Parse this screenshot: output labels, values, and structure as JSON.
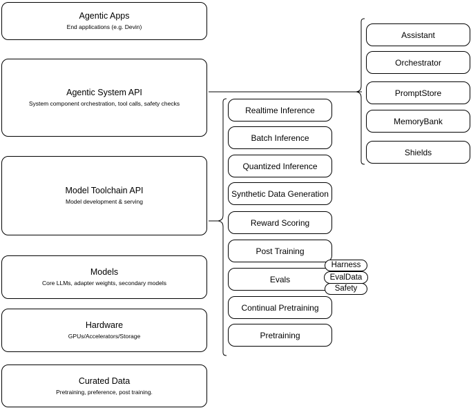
{
  "diagram": {
    "type": "layered-stack-architecture",
    "stack": [
      {
        "title": "Agentic Apps",
        "subtitle": "End applications (e.g. Devin)"
      },
      {
        "title": "Agentic System API",
        "subtitle": "System component orchestration, tool calls, safety checks"
      },
      {
        "title": "Model Toolchain API",
        "subtitle": "Model development & serving"
      },
      {
        "title": "Models",
        "subtitle": "Core LLMs, adapter weights, secondary models"
      },
      {
        "title": "Hardware",
        "subtitle": "GPUs/Accelerators/Storage"
      },
      {
        "title": "Curated Data",
        "subtitle": "Pretraining, preference, post training."
      }
    ],
    "toolchain_capabilities": [
      {
        "label": "Realtime Inference"
      },
      {
        "label": "Batch Inference"
      },
      {
        "label": "Quantized Inference"
      },
      {
        "label": "Synthetic Data Generation"
      },
      {
        "label": "Reward Scoring"
      },
      {
        "label": "Post Training"
      },
      {
        "label": "Evals"
      },
      {
        "label": "Continual Pretraining"
      },
      {
        "label": "Pretraining"
      }
    ],
    "evals_tags": [
      {
        "label": "Harness"
      },
      {
        "label": "EvalData"
      },
      {
        "label": "Safety"
      }
    ],
    "agentic_components": [
      {
        "label": "Assistant"
      },
      {
        "label": "Orchestrator"
      },
      {
        "label": "PromptStore"
      },
      {
        "label": "MemoryBank"
      },
      {
        "label": "Shields"
      }
    ],
    "colors": {
      "stroke": "#000000",
      "background": "#ffffff",
      "text": "#000000"
    }
  }
}
